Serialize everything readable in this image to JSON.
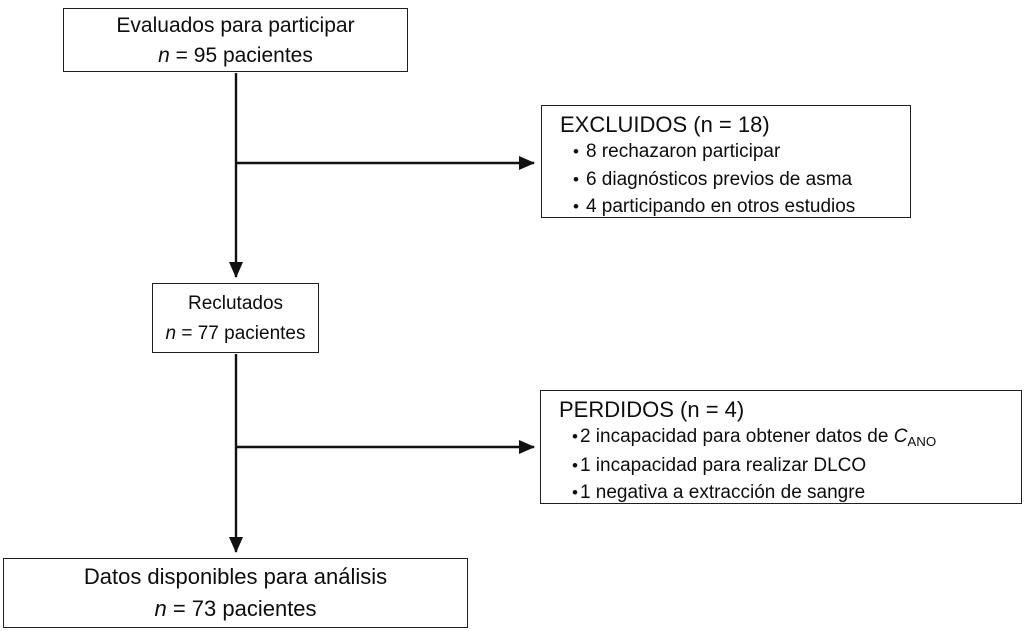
{
  "diagram": {
    "evaluated": {
      "line1": "Evaluados para participar",
      "n_label": "n",
      "n_rest": " = 95 pacientes"
    },
    "excluded": {
      "title": "EXCLUIDOS (n = 18)",
      "bullet": "•",
      "items": [
        "8 rechazaron participar",
        "6 diagnósticos previos de asma",
        "4 participando en otros estudios"
      ]
    },
    "recruited": {
      "line1": "Reclutados",
      "n_label": "n",
      "n_rest": " = 77 pacientes"
    },
    "lost": {
      "title": "PERDIDOS (n = 4)",
      "bullet": "•",
      "items": [
        {
          "pre": "2 incapacidad para obtener datos de ",
          "sym": "C",
          "sub": "ANO"
        },
        {
          "pre": "1 incapacidad para realizar DLCO",
          "sym": "",
          "sub": ""
        },
        {
          "pre": "1 negativa a extracción de sangre",
          "sym": "",
          "sub": ""
        }
      ]
    },
    "analysis": {
      "line1": "Datos disponibles para análisis",
      "n_label": "n",
      "n_rest": " = 73 pacientes"
    },
    "colors": {
      "line": "#111111",
      "border": "#1f1f1f",
      "text": "#0d0d0d",
      "background": "#ffffff"
    }
  }
}
